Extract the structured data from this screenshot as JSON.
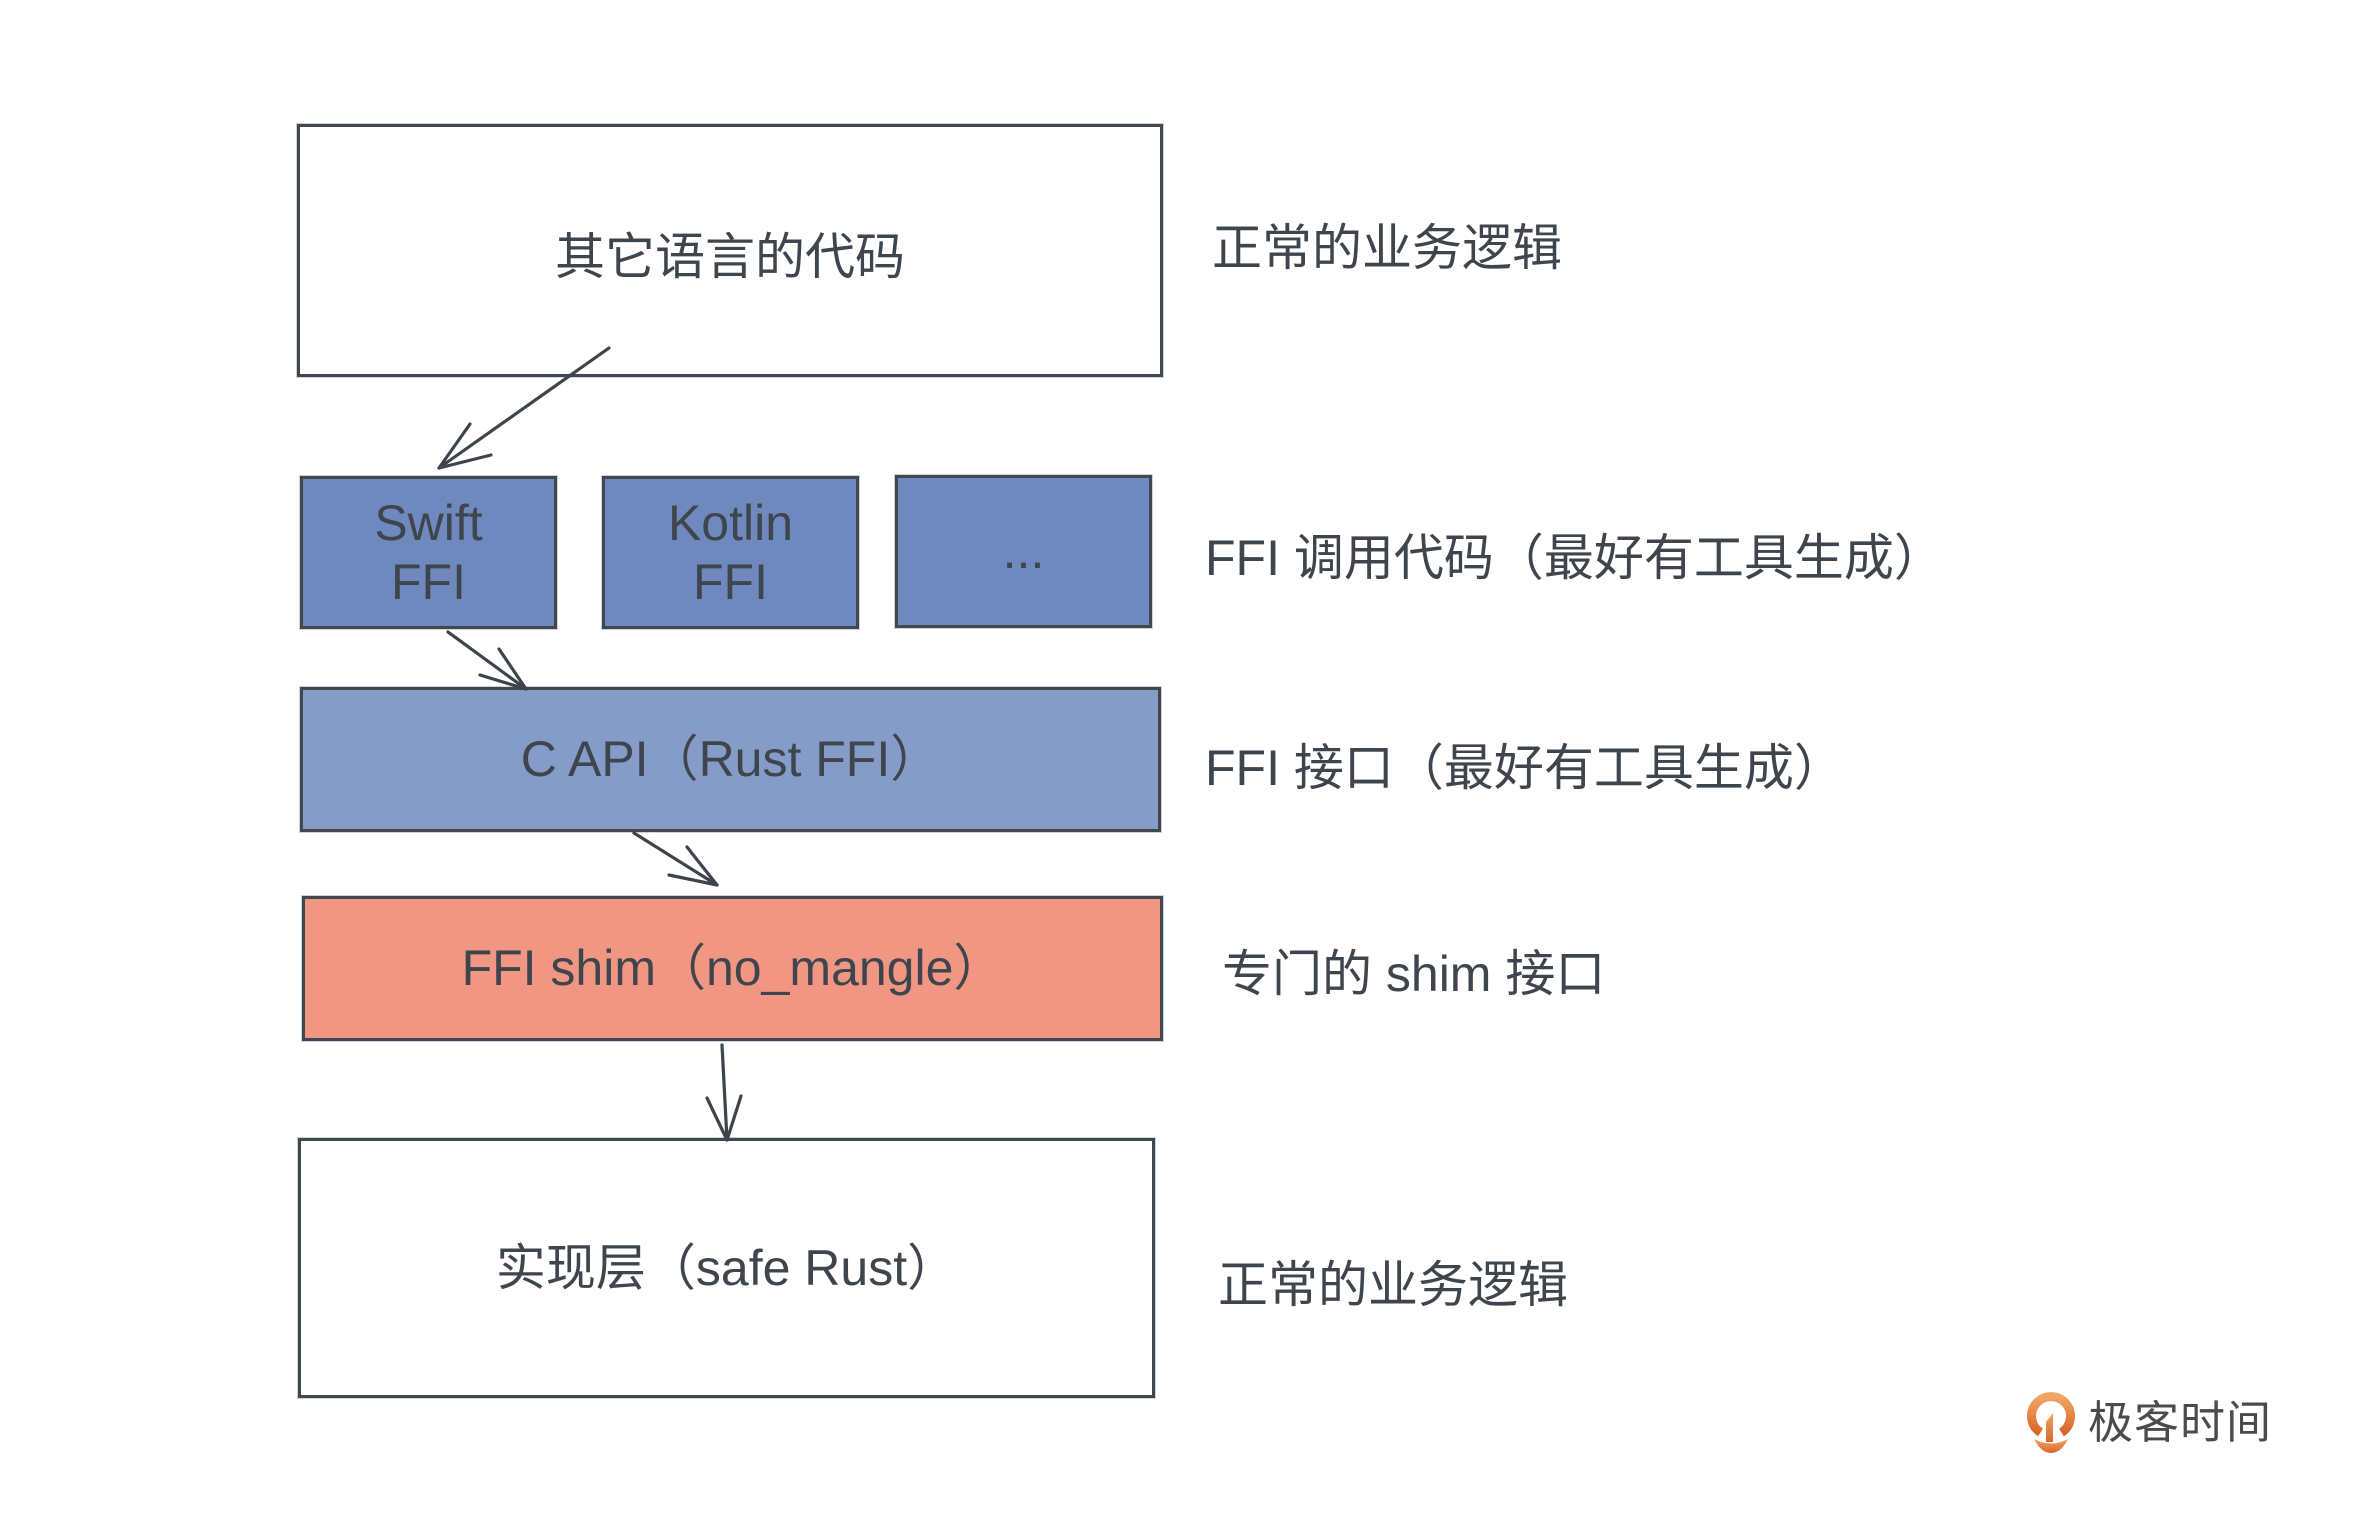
{
  "boxes": {
    "other_language_code": "其它语言的代码",
    "swift_ffi": {
      "line1": "Swift",
      "line2": "FFI"
    },
    "kotlin_ffi": {
      "line1": "Kotlin",
      "line2": "FFI"
    },
    "more_ffi": "...",
    "c_api": "C API（Rust FFI）",
    "ffi_shim": "FFI shim（no_mangle）",
    "implementation": "实现层（safe Rust）"
  },
  "annotations": {
    "top": "正常的业务逻辑",
    "ffi_call": "FFI 调用代码（最好有工具生成）",
    "ffi_interface": "FFI 接口（最好有工具生成）",
    "shim": "专门的 shim 接口",
    "bottom": "正常的业务逻辑"
  },
  "edges": [
    {
      "from": "其它语言的代码",
      "to": "Swift FFI"
    },
    {
      "from": "Swift FFI",
      "to": "C API（Rust FFI）"
    },
    {
      "from": "C API（Rust FFI）",
      "to": "FFI shim（no_mangle）"
    },
    {
      "from": "FFI shim（no_mangle）",
      "to": "实现层（safe Rust）"
    }
  ],
  "colors": {
    "language_ffi_fill": "#6f89bf",
    "c_api_fill": "#859cc9",
    "shim_fill": "#f09683",
    "plain_fill": "#ffffff",
    "border": "#40474f",
    "text": "#3f454d",
    "logo_orange": "#e27b36"
  },
  "logo": {
    "icon": "geektime-logo-icon",
    "text": "极客时间"
  }
}
